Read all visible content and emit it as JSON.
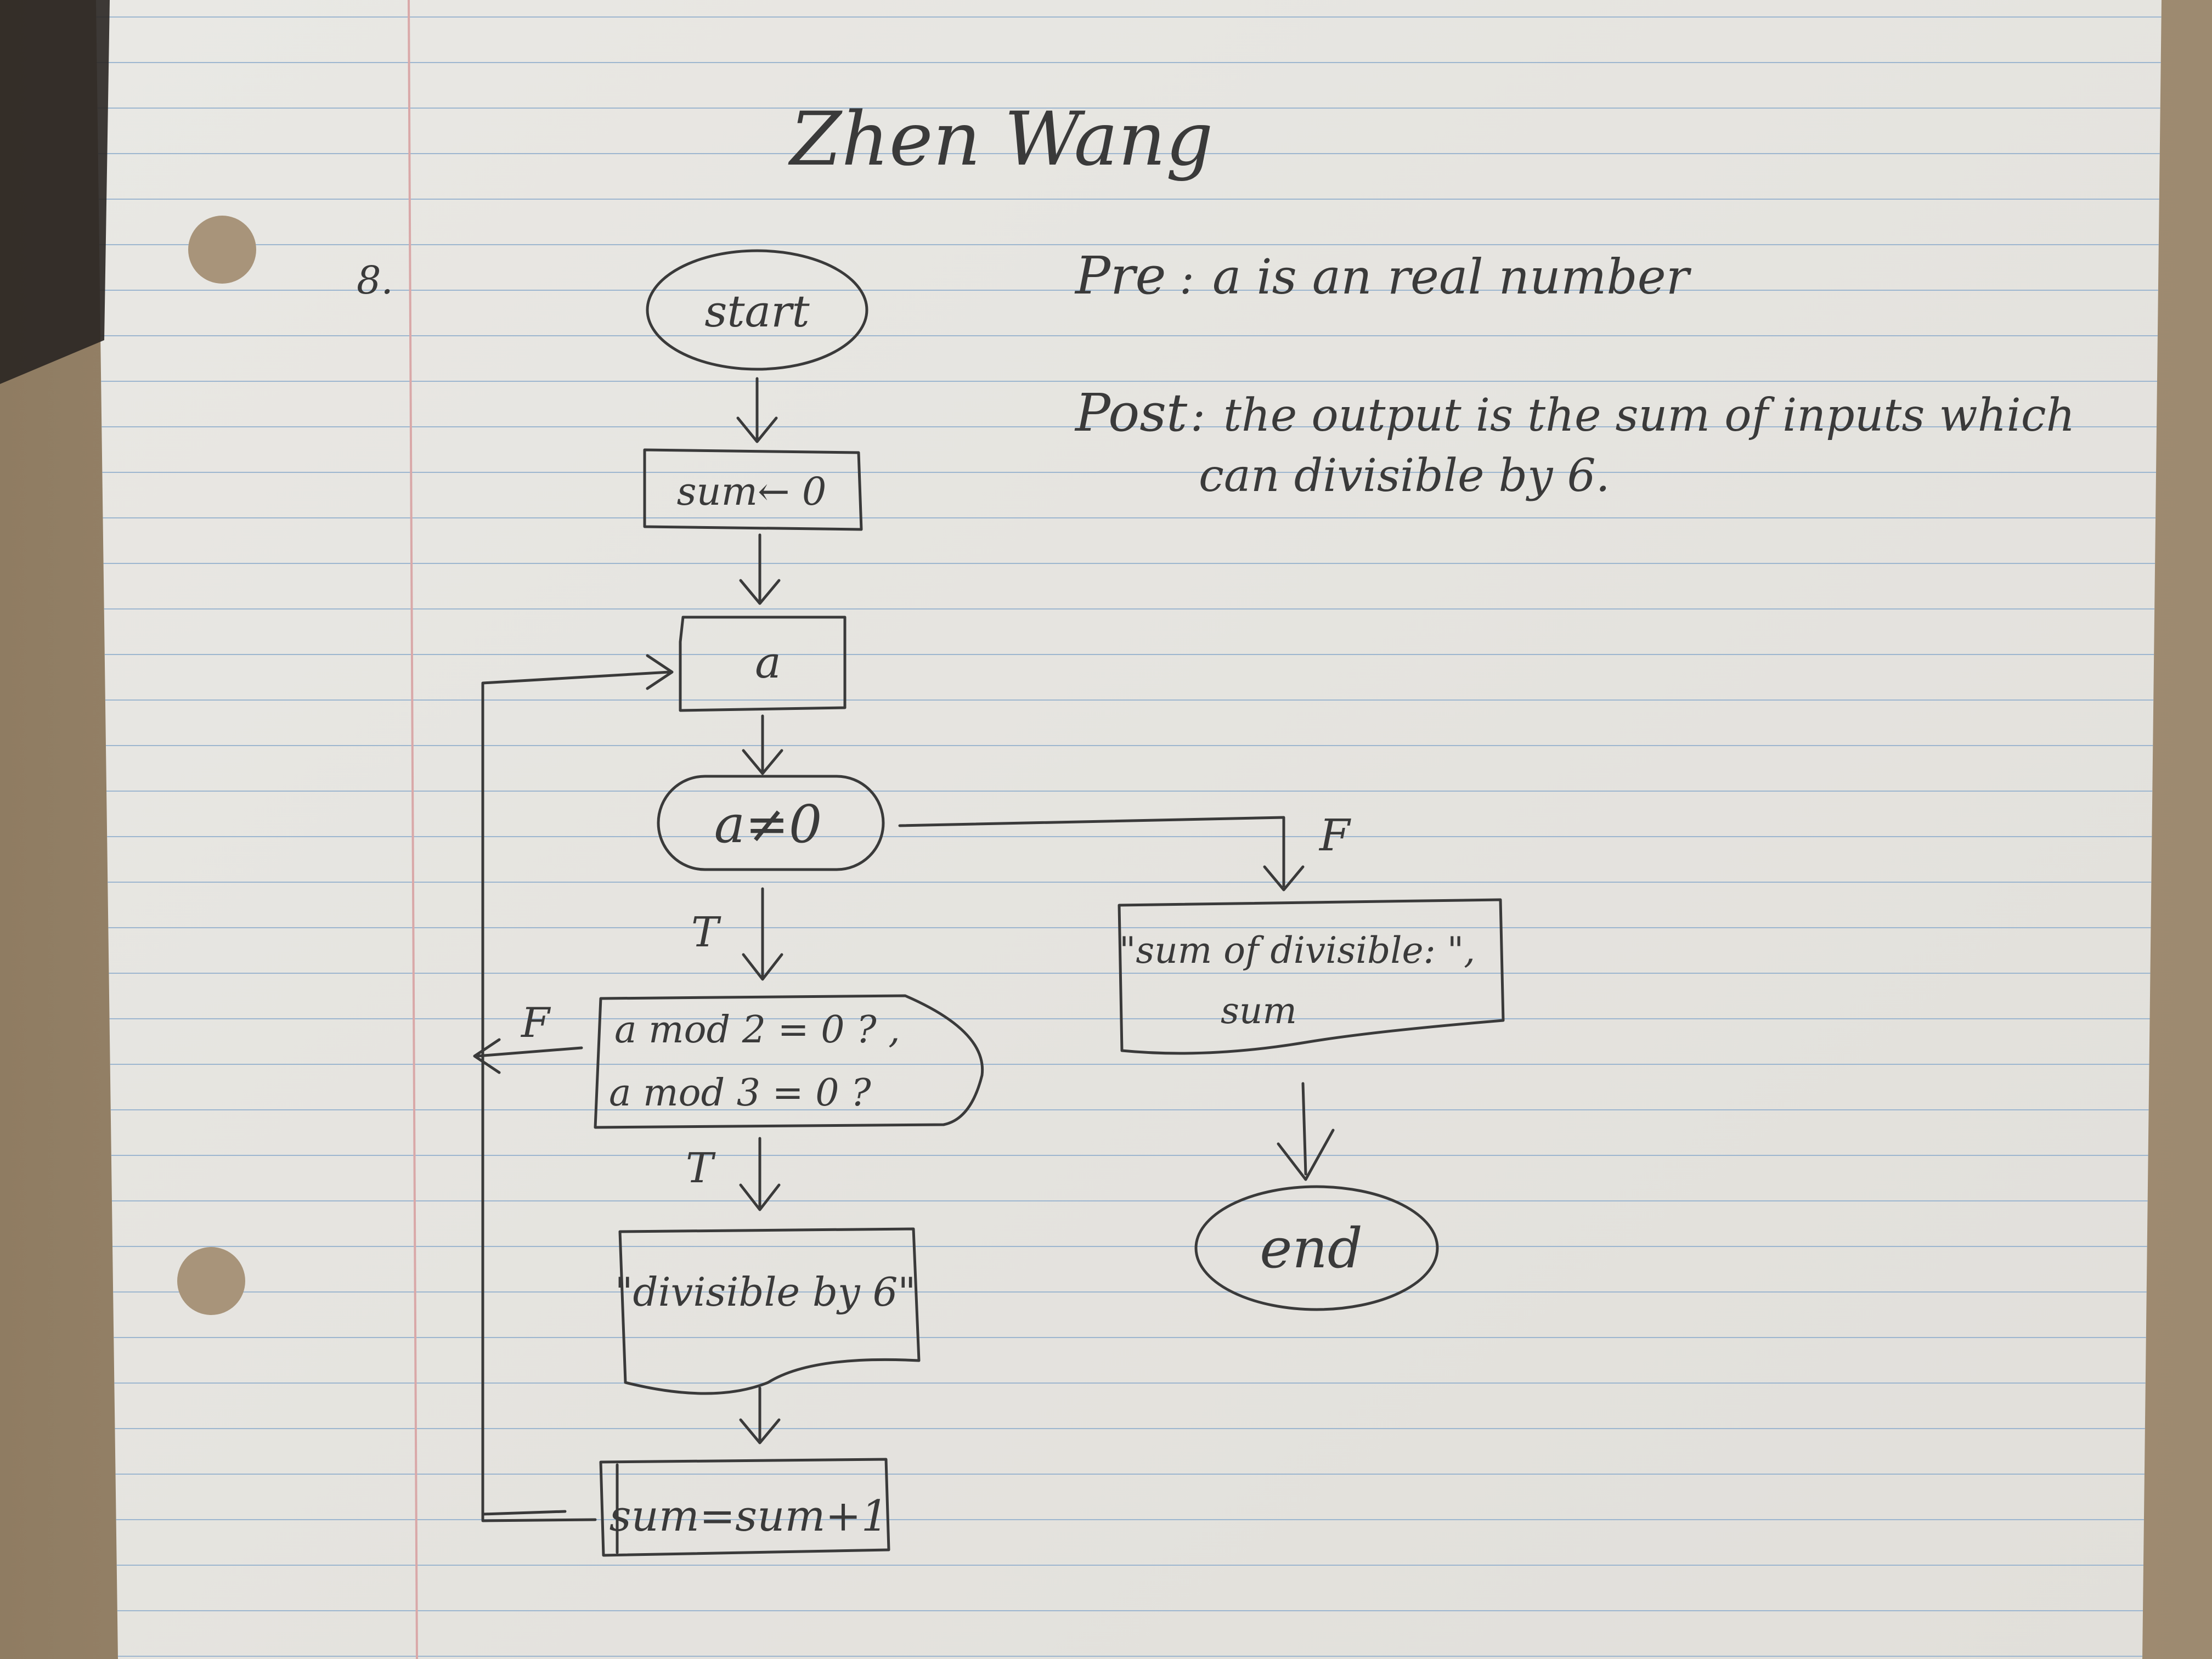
{
  "author": "Zhen Wang",
  "problem_number": "8.",
  "pre": {
    "label": "Pre",
    "sep": ":",
    "text": "a is an real number"
  },
  "post": {
    "label": "Post",
    "sep": ":",
    "line1": "the output is the sum of inputs which",
    "line2": "can divisible by 6."
  },
  "flowchart": {
    "start": "start",
    "init": "sum← 0",
    "input": "a",
    "loop_condition": "a≠0",
    "condition_true": "T",
    "condition_false": "F",
    "divisibility_line1": "a mod 2 = 0 ? ,",
    "divisibility_line2": "a mod 3 = 0 ?",
    "divisible_true": "T",
    "divisible_false": "F",
    "output_divisible": "\"divisible by 6\"",
    "update": "sum=sum+1",
    "output_sum_line1": "\"sum of divisible: \",",
    "output_sum_line2": "sum",
    "end": "end"
  }
}
